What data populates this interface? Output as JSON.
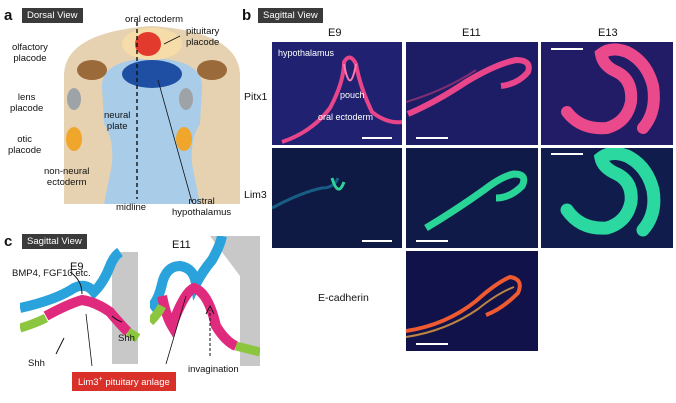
{
  "panel_a": {
    "letter": "a",
    "tag": "Dorsal View",
    "labels": {
      "oral_ectoderm": "oral ectoderm",
      "pituitary_placode": "pituitary\nplacode",
      "olfactory_placode": "olfactory\nplacode",
      "lens_placode": "lens\nplacode",
      "neural_plate": "neural\nplate",
      "otic_placode": "otic\nplacode",
      "non_neural_ectoderm": "non-neural\nectoderm",
      "midline": "midline",
      "rostral_hypothalamus": "rostral\nhypothalamus"
    },
    "colors": {
      "embryo": "#e6d2b0",
      "neural_plate": "#a9cde9",
      "hypothalamus": "#1f4fa3",
      "oral_ectoderm": "#e23a2c",
      "pituitary_placode": "#f6dca8",
      "olfactory": "#9a6a3a",
      "lens": "#9ea3a8",
      "otic": "#f0a62a"
    }
  },
  "panel_b": {
    "letter": "b",
    "tag": "Sagittal View",
    "columns": [
      "E9",
      "E11",
      "E13"
    ],
    "rows": [
      "Pitx1",
      "Lim3",
      "E-cadherin"
    ],
    "annotations": {
      "hypothalamus": "hypothalamus",
      "pouch": "pouch",
      "oral_ectoderm": "oral ectoderm"
    }
  },
  "panel_c": {
    "letter": "c",
    "tag": "Sagittal View",
    "stage_e9": "E9",
    "stage_e11": "E11",
    "labels": {
      "bmp": "BMP4, FGF10 etc.",
      "shh_right": "Shh",
      "shh_left": "Shh",
      "invagination": "invagination"
    },
    "anlage_label": "Lim3",
    "anlage_sup": "+",
    "anlage_rest": " pituitary anlage",
    "colors": {
      "neural": "#2aa3dc",
      "pituitary": "#e02a7e",
      "oral": "#8cc63f",
      "mesenchyme": "#c8c8c8",
      "anlage_tag": "#d9302a"
    }
  }
}
